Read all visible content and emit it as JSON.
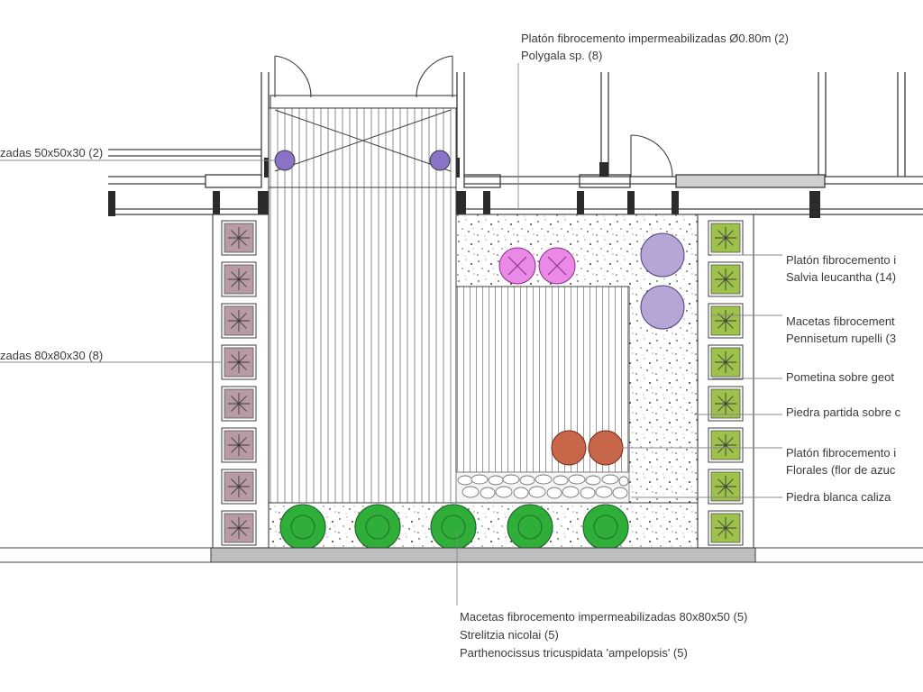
{
  "labels": {
    "top": {
      "line1": "Platón fibrocemento impermeabilizadas Ø0.80m (2)",
      "line2": "Polygala sp. (8)"
    },
    "left_top": "zadas 50x50x30 (2)",
    "left_mid": "zadas 80x80x30 (8)",
    "right_1": {
      "line1": "Platón fibrocemento i",
      "line2": "Salvia leucantha (14)"
    },
    "right_2": {
      "line1": "Macetas fibrocement",
      "line2": "Pennisetum rupelli (3"
    },
    "right_3": "Pometina sobre geot",
    "right_4": "Piedra partida sobre c",
    "right_5": {
      "line1": "Platón fibrocemento i",
      "line2": "Florales (flor de azuc"
    },
    "right_6": "Piedra blanca caliza",
    "bottom": {
      "line1": "Macetas fibrocemento impermeabilizadas 80x80x50 (5)",
      "line2": "Strelitzia nicolai (5)",
      "line3": "Parthenocissus tricuspidata 'ampelopsis' (5)"
    }
  },
  "colors": {
    "line": "#3d3d3d",
    "deck_stripe": "#8c8c8c",
    "pink_planter": "#b89aa6",
    "green_planter": "#9dc24a",
    "magenta_plant": "#e27be0",
    "lavender_plant": "#b6a6d6",
    "purple_plant": "#8a73c7",
    "terracotta_plant": "#c8664a",
    "green_tree": "#2fae3a",
    "gravel_dot": "#4a4a4a",
    "ground_band": "#bdbdbd"
  }
}
